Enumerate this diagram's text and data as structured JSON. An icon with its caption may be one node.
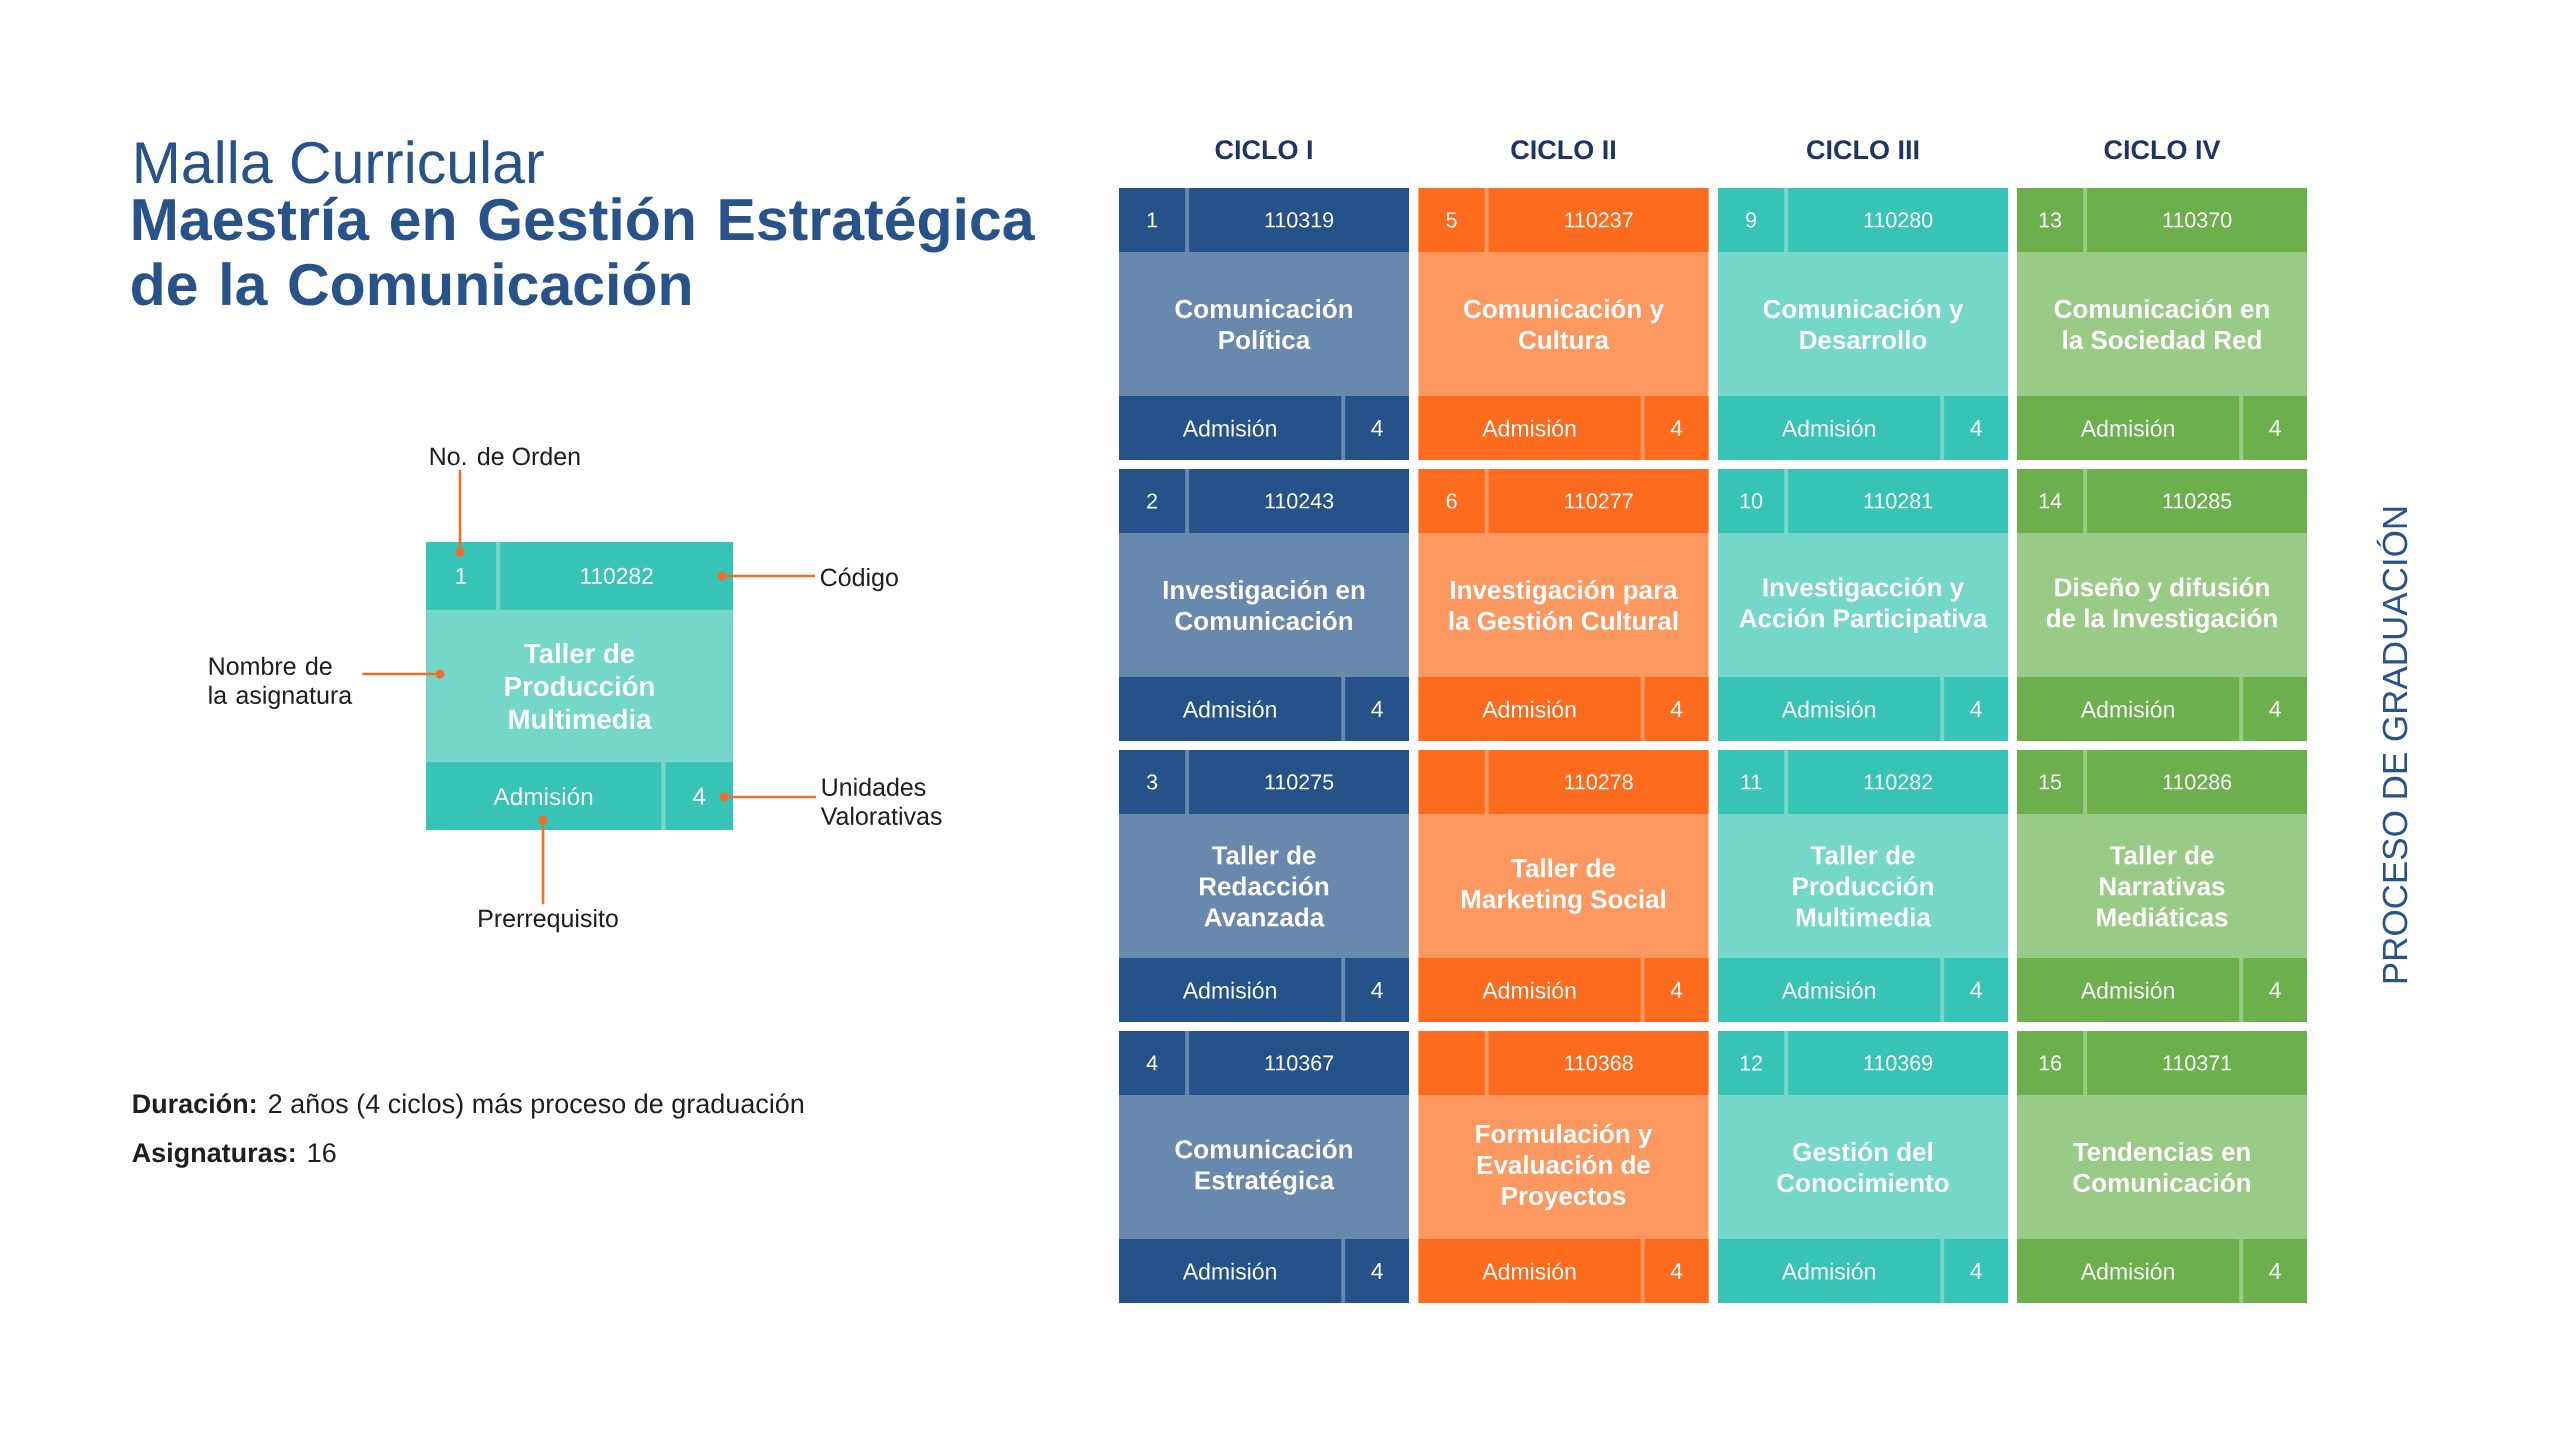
{
  "diagram": {
    "title": "Malla Curricular",
    "nodes": [
      {
        "text": [
          "1",
          "110282",
          "Taller de Producción Multimedia",
          "Admisión",
          "4"
        ]
      },
      {
        "text": [],
        "shape": "circle",
        "in": 0
      },
      {
        "text": [],
        "shape": "circle",
        "in": 0
      },
      {
        "text": [],
        "shape": "circle",
        "in": 0
      },
      {
        "text": [],
        "shape": "circle",
        "in": 0
      },
      {
        "text": [],
        "shape": "circle",
        "in": 0
      },
      {
        "text": [
          "No. de Orden"
        ]
      },
      {
        "text": [
          "Código"
        ]
      },
      {
        "text": [
          "Nombre de la asignatura"
        ]
      },
      {
        "text": [
          "Unidades Valorativas"
        ]
      },
      {
        "text": [
          "Prerrequisito"
        ]
      },
      {
        "text": [
          "1",
          "110319",
          "Comunicación Política",
          "Admisión",
          "4"
        ]
      },
      {
        "text": [
          "2",
          "110243",
          "Investigación en Comunicación",
          "Admisión",
          "4"
        ]
      },
      {
        "text": [
          "3",
          "110275",
          "Taller de Redacción Avanzada",
          "Admisión",
          "4"
        ]
      },
      {
        "text": [
          "4",
          "110367",
          "Comunicación Estratégica",
          "Admisión",
          "4"
        ]
      },
      {
        "text": [
          "5",
          "110237",
          "Comunicación y Cultura",
          "Admisión",
          "4"
        ]
      },
      {
        "text": [
          "6",
          "110277",
          "Investigación para la Gestión Cultural",
          "Admisión",
          "4"
        ]
      },
      {
        "text": [
          "110278",
          "Taller de Marketing Social",
          "Admisión",
          "4"
        ]
      },
      {
        "text": [
          "110368",
          "Formulación y Evaluación de Proyectos",
          "Admisión",
          "4"
        ]
      },
      {
        "text": [
          "9",
          "110280",
          "Comunicación y Desarrollo",
          "Admisión",
          "4"
        ]
      },
      {
        "text": [
          "10",
          "110281",
          "Investigacción y Acción Participativa",
          "Admisión",
          "4"
        ]
      },
      {
        "text": [
          "11",
          "110282",
          "Taller de Producción Multimedia",
          "Admisión",
          "4"
        ]
      },
      {
        "text": [
          "12",
          "110369",
          "Gestión del Conocimiento",
          "Admisión",
          "4"
        ]
      },
      {
        "text": [
          "13",
          "110370",
          "Comunicación en la Sociedad Red",
          "Admisión",
          "4"
        ]
      },
      {
        "text": [
          "14",
          "110285",
          "Diseño y difusión de la Investigación",
          "Admisión",
          "4"
        ]
      },
      {
        "text": [
          "15",
          "110286",
          "Taller de Narrativas Mediáticas",
          "Admisión",
          "4"
        ]
      },
      {
        "text": [
          "16",
          "110371",
          "Tendencias en Comunicación",
          "Admisión",
          "4"
        ]
      }
    ],
    "edges": [
      {
        "from": 6,
        "to": 1,
        "arrow": "none"
      },
      {
        "from": 7,
        "to": 2,
        "arrow": "none"
      },
      {
        "from": 8,
        "to": 3,
        "arrow": "none"
      },
      {
        "from": 9,
        "to": 4,
        "arrow": "none"
      },
      {
        "from": 10,
        "to": 5,
        "arrow": "none"
      }
    ],
    "labels": [
      "Maestría en Gestión Estratégica de la Comunicación",
      "CICLO I",
      "CICLO II",
      "CICLO III",
      "CICLO IV",
      "PROCESO DE GRADUACIÓN",
      "**Duración:** 2 años (4 ciclos) más proceso de graduación",
      "**Asignaturas:** 16"
    ]
  }
}
